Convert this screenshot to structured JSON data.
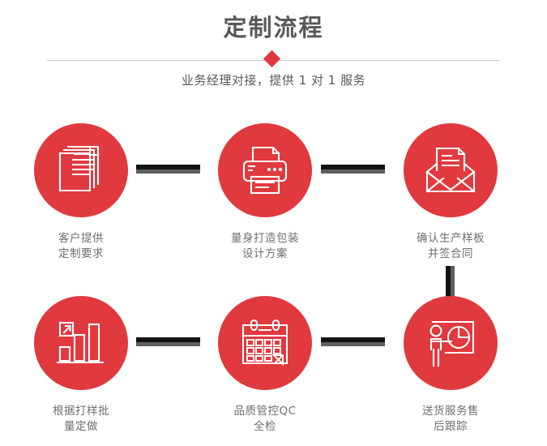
{
  "header": {
    "title": "定制流程",
    "subtitle": "业务经理对接，提供 1 对 1 服务",
    "accent_color": "#e0393e",
    "title_color": "#58585a",
    "divider_color": "#c9c9c9"
  },
  "flow": {
    "connector_color_dark": "#131313",
    "connector_color_grey": "#5d5e60",
    "circle_color": "#e0393e",
    "label_color": "#6d6e71",
    "steps": [
      {
        "index": "1",
        "icon": "documents-stack-icon",
        "label": "客户提供\n定制要求"
      },
      {
        "index": "2",
        "icon": "printer-icon",
        "label": "量身打造包装\n设计方案"
      },
      {
        "index": "3",
        "icon": "envelope-document-icon",
        "label": "确认生产样板\n并签合同"
      },
      {
        "index": "4",
        "icon": "bar-chart-growth-icon",
        "label": "根据打样批\n量定做"
      },
      {
        "index": "5",
        "icon": "calendar-icon",
        "label": "品质管控QC\n全检"
      },
      {
        "index": "6",
        "icon": "presenter-pie-chart-icon",
        "label": "送货服务售\n后跟踪"
      }
    ]
  }
}
